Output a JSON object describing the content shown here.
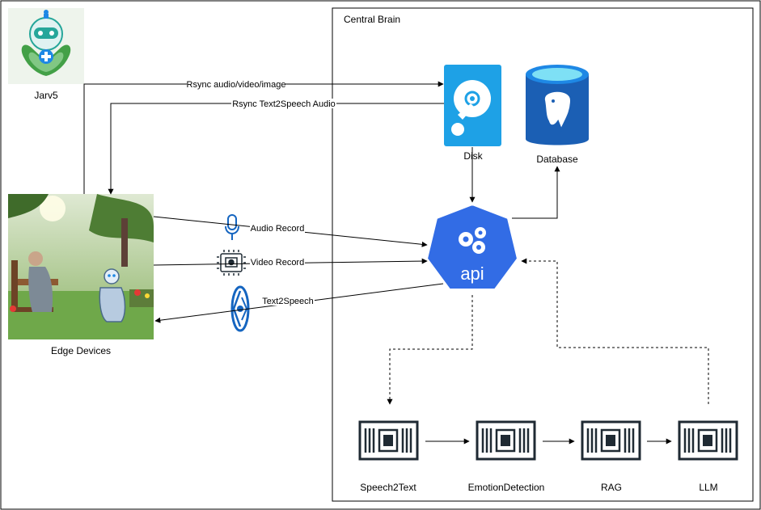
{
  "container": {
    "label": "Central Brain"
  },
  "nodes": {
    "jarvs": {
      "label": "Jarv5",
      "icon": "robot-health-mascot-icon"
    },
    "edge": {
      "label": "Edge Devices",
      "icon": "park-elderly-robot-scene"
    },
    "disk": {
      "label": "Disk",
      "icon": "hard-disk-icon"
    },
    "database": {
      "label": "Database",
      "icon": "postgresql-database-icon"
    },
    "api": {
      "label": "api",
      "icon": "kubernetes-api-icon"
    },
    "speech2text": {
      "label": "Speech2Text",
      "icon": "processor-chip-icon"
    },
    "emotion": {
      "label": "EmotionDetection",
      "icon": "processor-chip-icon"
    },
    "rag": {
      "label": "RAG",
      "icon": "processor-chip-icon"
    },
    "llm": {
      "label": "LLM",
      "icon": "processor-chip-icon"
    }
  },
  "edges": {
    "rsync_upload": "Rsync audio/video/image",
    "rsync_tts": "Rsync Text2Speech Audio",
    "audio_record": "Audio Record",
    "video_record": "Video Record",
    "text2speech": "Text2Speech"
  },
  "colors": {
    "blue": "#1565c0",
    "azure": "#1e88e5",
    "k8s": "#326ce5",
    "line": "#000000",
    "chip": "#1f2a33"
  }
}
